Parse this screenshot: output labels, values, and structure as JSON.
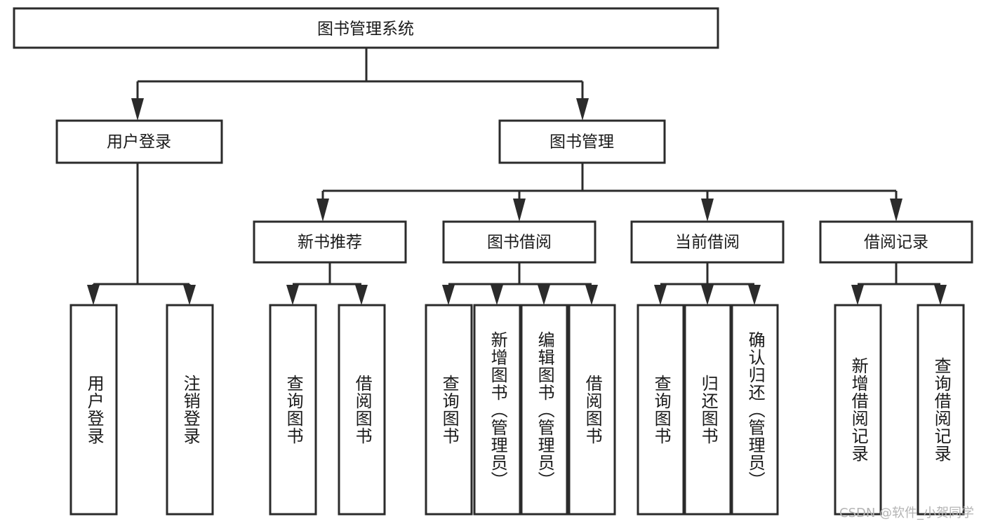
{
  "diagram": {
    "type": "tree-hierarchy-chart",
    "title": "图书管理系统",
    "root": {
      "id": "root",
      "label": "图书管理系统",
      "orientation": "horizontal"
    },
    "level2": [
      {
        "id": "user-login",
        "label": "用户登录",
        "orientation": "horizontal"
      },
      {
        "id": "book-management",
        "label": "图书管理",
        "orientation": "horizontal"
      }
    ],
    "level3": [
      {
        "id": "new-book-recommend",
        "label": "新书推荐",
        "orientation": "horizontal",
        "parent": "book-management"
      },
      {
        "id": "book-borrow",
        "label": "图书借阅",
        "orientation": "horizontal",
        "parent": "book-management"
      },
      {
        "id": "current-borrow",
        "label": "当前借阅",
        "orientation": "horizontal",
        "parent": "book-management"
      },
      {
        "id": "borrow-record",
        "label": "借阅记录",
        "orientation": "horizontal",
        "parent": "book-management"
      }
    ],
    "leaves": [
      {
        "id": "leaf-user-login",
        "label": "用户登录",
        "parent": "user-login",
        "orientation": "vertical"
      },
      {
        "id": "leaf-logout-login",
        "label": "注销登录",
        "parent": "user-login",
        "orientation": "vertical"
      },
      {
        "id": "leaf-query-book-1",
        "label": "查询图书",
        "parent": "new-book-recommend",
        "orientation": "vertical"
      },
      {
        "id": "leaf-borrow-book-1",
        "label": "借阅图书",
        "parent": "new-book-recommend",
        "orientation": "vertical"
      },
      {
        "id": "leaf-query-book-2",
        "label": "查询图书",
        "parent": "book-borrow",
        "orientation": "vertical"
      },
      {
        "id": "leaf-add-book",
        "label": "新增图书（管理员）",
        "parent": "book-borrow",
        "orientation": "vertical"
      },
      {
        "id": "leaf-edit-book",
        "label": "编辑图书（管理员）",
        "parent": "book-borrow",
        "orientation": "vertical"
      },
      {
        "id": "leaf-borrow-book-2",
        "label": "借阅图书",
        "parent": "book-borrow",
        "orientation": "vertical"
      },
      {
        "id": "leaf-query-book-3",
        "label": "查询图书",
        "parent": "current-borrow",
        "orientation": "vertical"
      },
      {
        "id": "leaf-return-book",
        "label": "归还图书",
        "parent": "current-borrow",
        "orientation": "vertical"
      },
      {
        "id": "leaf-confirm-return",
        "label": "确认归还（管理员）",
        "parent": "current-borrow",
        "orientation": "vertical"
      },
      {
        "id": "leaf-add-record",
        "label": "新增借阅记录",
        "parent": "borrow-record",
        "orientation": "vertical"
      },
      {
        "id": "leaf-query-record",
        "label": "查询借阅记录",
        "parent": "borrow-record",
        "orientation": "vertical"
      }
    ],
    "watermark": "CSDN @软件_小贺同学",
    "colors": {
      "background": "#ffffff",
      "box_fill": "#ffffff",
      "box_stroke": "#2b2b2b",
      "connector": "#2b2b2b",
      "text": "#1a1a1a",
      "watermark": "#b4b4b4"
    }
  }
}
